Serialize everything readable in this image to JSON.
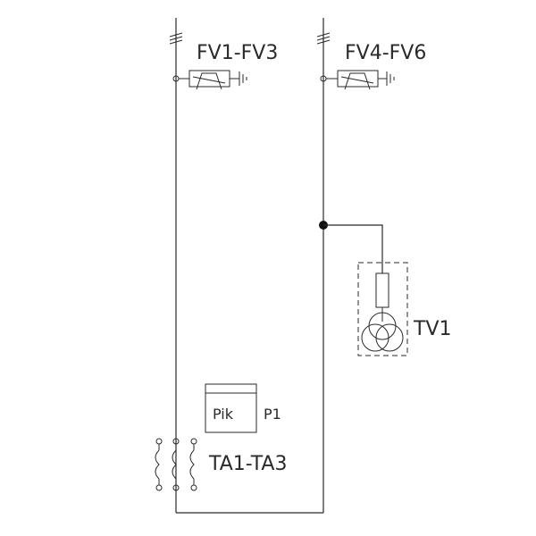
{
  "labels": {
    "arrester_left": "FV1-FV3",
    "arrester_right": "FV4-FV6",
    "voltage_transformer": "TV1",
    "meter_text": "Pik",
    "meter_ref": "P1",
    "current_transformers": "TA1-TA3"
  },
  "icons": {
    "surge_arrester": "varistor-surge-arrester-icon",
    "ground": "ground-icon",
    "fuse": "fuse-icon",
    "transformer": "three-winding-transformer-icon",
    "current_transformer": "current-transformer-coil-icon"
  }
}
